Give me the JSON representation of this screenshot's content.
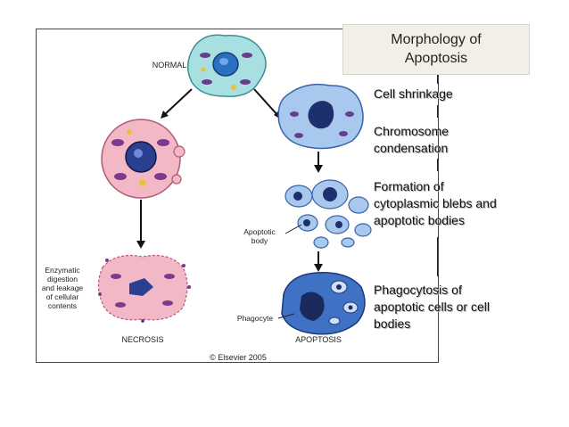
{
  "figure": {
    "normal_label": "NORMAL",
    "necrosis_label": "NECROSIS",
    "apoptosis_label": "APOPTOSIS",
    "necrosis_note": [
      "Enzymatic",
      "digestion",
      "and leakage",
      "of cellular",
      "contents"
    ],
    "apoptotic_body_label": [
      "Apoptotic",
      "body"
    ],
    "phagocyte_label": "Phagocyte",
    "copyright": "© Elsevier 2005"
  },
  "title": [
    "Morphology of",
    "Apoptosis"
  ],
  "steps": [
    {
      "lines": [
        "Cell shrinkage"
      ]
    },
    {
      "lines": [
        "Chromosome",
        "condensation"
      ]
    },
    {
      "lines": [
        "Formation of",
        "cytoplasmic blebs and",
        "apoptotic bodies"
      ]
    },
    {
      "lines": [
        "Phagocytosis of",
        "apoptotic cells or cell",
        "bodies"
      ]
    }
  ],
  "colors": {
    "normal_cell": "#a8dfe0",
    "necrosis_cell": "#f2b8c6",
    "apoptosis_cell": "#a9c8ee",
    "nucleus": "#2a3f8f",
    "phagocyte": "#3f72c4"
  }
}
